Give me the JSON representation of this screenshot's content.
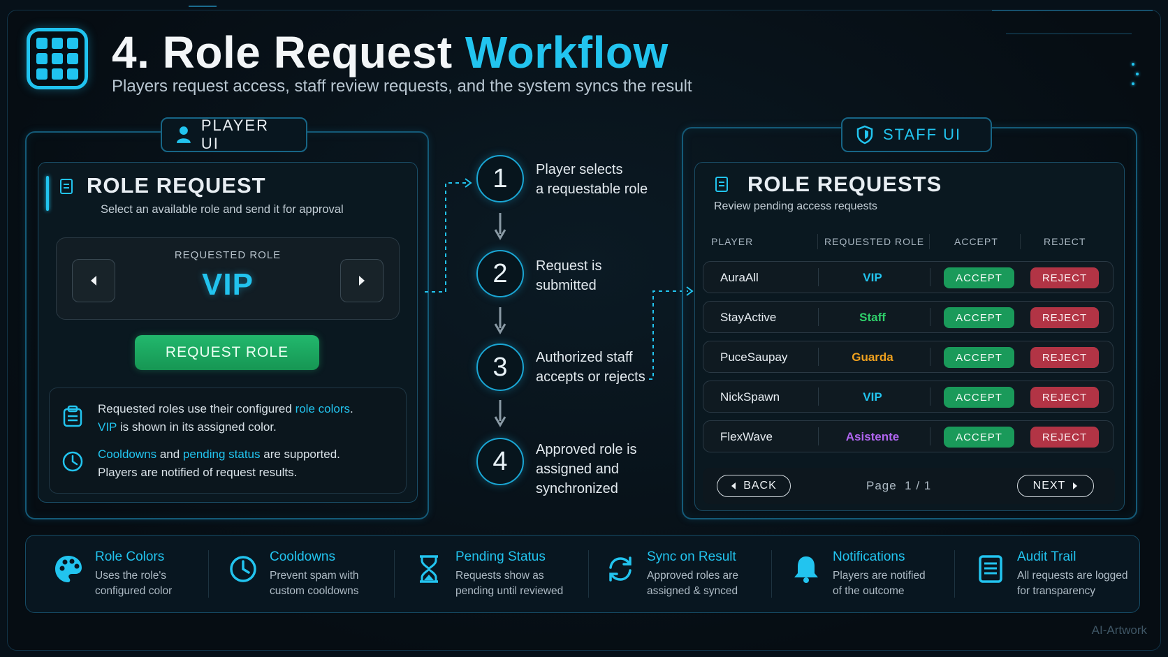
{
  "header": {
    "title_main": "4. Role Request",
    "title_accent": "Workflow",
    "subtitle": "Players request access, staff review requests, and the system syncs the result"
  },
  "player_ui": {
    "tab_label": "PLAYER UI",
    "card_title": "ROLE REQUEST",
    "card_subtitle": "Select an available role and send it for approval",
    "selector_label": "REQUESTED ROLE",
    "selected_role": "VIP",
    "request_button": "REQUEST ROLE",
    "info": {
      "line1_a": "Requested roles use their configured ",
      "line1_hl": "role colors",
      "line1_b": ".",
      "line2_hl": "VIP",
      "line2_b": " is shown in its assigned color.",
      "line3_hl1": "Cooldowns",
      "line3_mid": " and ",
      "line3_hl2": "pending status",
      "line3_b": " are supported.",
      "line4": "Players are notified of request results."
    }
  },
  "steps": [
    {
      "number": "1",
      "line1": "Player selects",
      "line2": "a requestable role"
    },
    {
      "number": "2",
      "line1": "Request is",
      "line2": "submitted"
    },
    {
      "number": "3",
      "line1": "Authorized staff",
      "line2": "accepts or rejects"
    },
    {
      "number": "4",
      "line1": "Approved role is",
      "line2": "assigned and",
      "line3": "synchronized"
    }
  ],
  "staff_ui": {
    "tab_label": "STAFF UI",
    "card_title": "ROLE REQUESTS",
    "card_subtitle": "Review pending access requests",
    "columns": [
      "PLAYER",
      "REQUESTED ROLE",
      "ACCEPT",
      "REJECT"
    ],
    "rows": [
      {
        "player": "AuraAll",
        "role": "VIP",
        "color": "#22c4ef",
        "accept": "ACCEPT",
        "reject": "REJECT"
      },
      {
        "player": "StayActive",
        "role": "Staff",
        "color": "#2fcf6a",
        "accept": "ACCEPT",
        "reject": "REJECT"
      },
      {
        "player": "PuceSaupay",
        "role": "Guarda",
        "color": "#f0a11e",
        "accept": "ACCEPT",
        "reject": "REJECT"
      },
      {
        "player": "NickSpawn",
        "role": "VIP",
        "color": "#22c4ef",
        "accept": "ACCEPT",
        "reject": "REJECT"
      },
      {
        "player": "FlexWave",
        "role": "Asistente",
        "color": "#b065f0",
        "accept": "ACCEPT",
        "reject": "REJECT"
      }
    ],
    "back_label": "BACK",
    "page_label": "Page",
    "page_value": "1 / 1",
    "next_label": "NEXT"
  },
  "features": [
    {
      "title": "Role Colors",
      "line1": "Uses the role's",
      "line2": "configured color",
      "icon": "palette-icon"
    },
    {
      "title": "Cooldowns",
      "line1": "Prevent spam with",
      "line2": "custom cooldowns",
      "icon": "clock-icon"
    },
    {
      "title": "Pending Status",
      "line1": "Requests show as",
      "line2": "pending until reviewed",
      "icon": "hourglass-icon"
    },
    {
      "title": "Sync on Result",
      "line1": "Approved roles are",
      "line2": "assigned & synced",
      "icon": "sync-icon"
    },
    {
      "title": "Notifications",
      "line1": "Players are notified",
      "line2": "of the outcome",
      "icon": "bell-icon"
    },
    {
      "title": "Audit Trail",
      "line1": "All requests are logged",
      "line2": "for transparency",
      "icon": "document-icon"
    }
  ],
  "watermark": "AI-Artwork",
  "colors": {
    "accent": "#22c4ef",
    "accept": "#1a9a5a",
    "reject": "#b23445",
    "request_button": "#1fae66"
  }
}
